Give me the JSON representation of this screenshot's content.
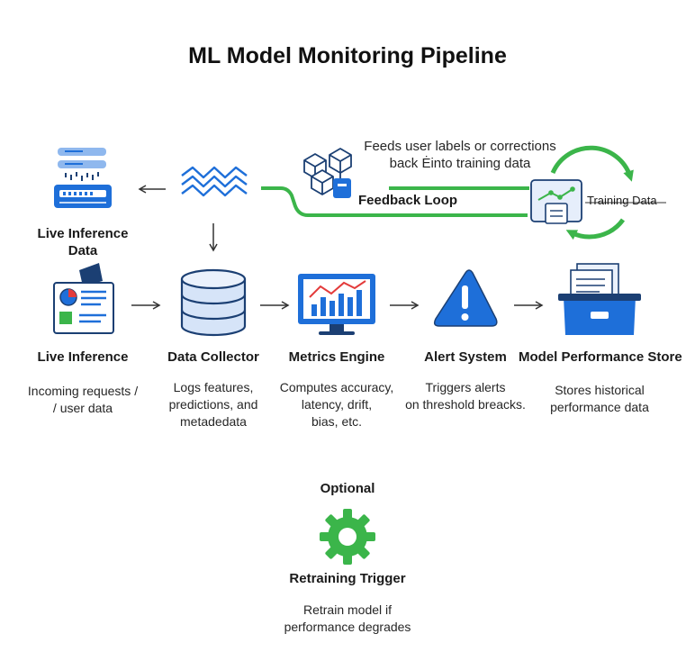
{
  "title": "ML Model Monitoring Pipeline",
  "top": {
    "source_label_line1": "Live Inference",
    "source_label_line2": "Data",
    "feedback_note_line1": "Feeds user labels or corrections",
    "feedback_note_line2": "back Ėinto training data",
    "feedback_label": "Feedback Loop",
    "training_label": "Training Data"
  },
  "stages": [
    {
      "label": "Live Inference",
      "desc_line1": "Incoming requests /",
      "desc_line2": "/ user data",
      "desc_line3": ""
    },
    {
      "label": "Data Collector",
      "desc_line1": "Logs features,",
      "desc_line2": "predictions, and",
      "desc_line3": "metadedata"
    },
    {
      "label": "Metrics Engine",
      "desc_line1": "Computes accuracy,",
      "desc_line2": "latency, drift,",
      "desc_line3": "bias, etc."
    },
    {
      "label": "Alert System",
      "desc_line1": "Triggers alerts",
      "desc_line2": "on threshold breacks.",
      "desc_line3": ""
    },
    {
      "label": "Model Performance Store",
      "desc_line1": "Stores historical",
      "desc_line2": "performance data",
      "desc_line3": ""
    }
  ],
  "optional": {
    "heading": "Optional",
    "label": "Retraining Trigger",
    "desc_line1": "Retrain model if",
    "desc_line2": "performance degrades"
  },
  "colors": {
    "blue": "#1e6fd9",
    "dark_blue": "#1b3f73",
    "green": "#3bb54a",
    "arrow": "#333333"
  }
}
